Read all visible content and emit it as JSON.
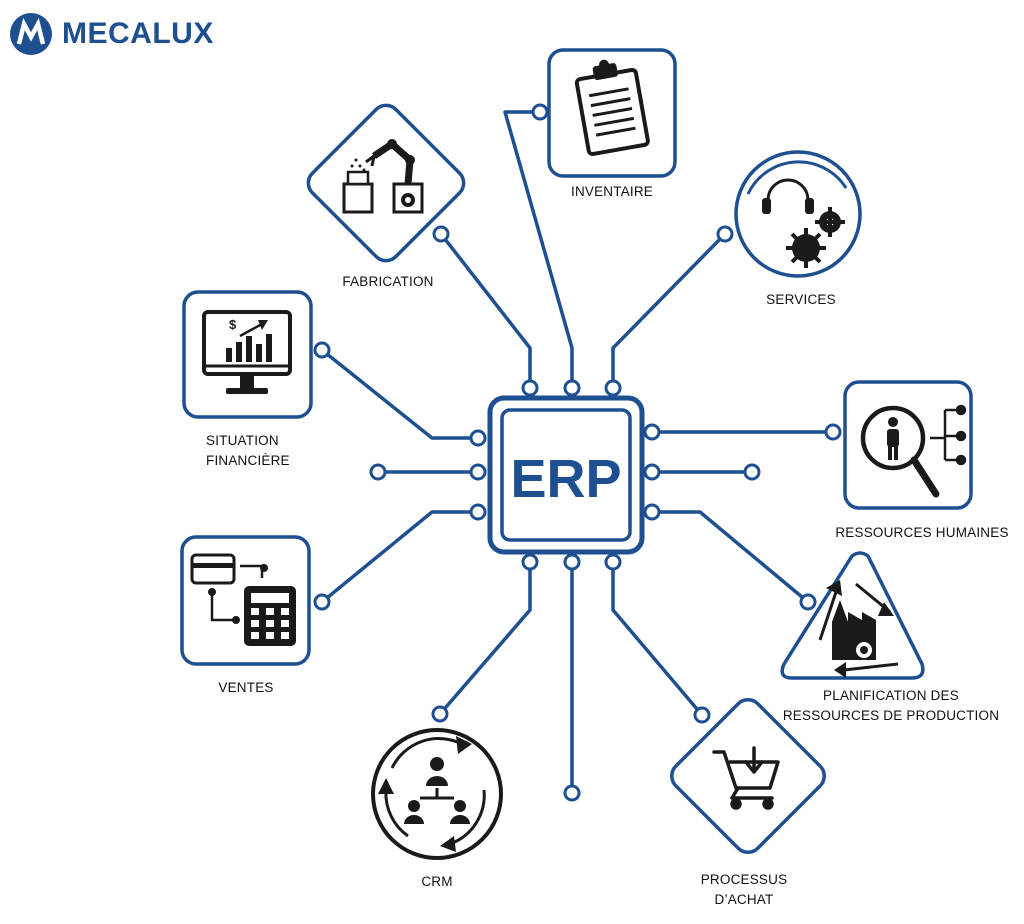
{
  "brand": {
    "name": "MECALUX",
    "color": "#1d4f91"
  },
  "hub": {
    "label": "ERP"
  },
  "colors": {
    "line": "#1d4f91",
    "icon": "#1a1a1a",
    "text": "#111111"
  },
  "modules": [
    {
      "id": "inventaire",
      "label": "INVENTAIRE",
      "icon": "clipboard-icon"
    },
    {
      "id": "services",
      "label": "SERVICES",
      "icon": "headset-gears-icon"
    },
    {
      "id": "rh",
      "label": "RESSOURCES HUMAINES",
      "icon": "person-search-icon"
    },
    {
      "id": "planification",
      "label_lines": [
        "PLANIFICATION DES",
        "RESSOURCES DE PRODUCTION"
      ],
      "icon": "factory-cycle-icon"
    },
    {
      "id": "achat",
      "label_lines": [
        "PROCESSUS",
        "D’ACHAT"
      ],
      "icon": "shopping-cart-icon"
    },
    {
      "id": "crm",
      "label": "CRM",
      "icon": "people-network-icon"
    },
    {
      "id": "ventes",
      "label": "VENTES",
      "icon": "card-calculator-icon"
    },
    {
      "id": "situation",
      "label_lines": [
        "SITUATION",
        "FINANCIÈRE"
      ],
      "icon": "monitor-chart-icon"
    },
    {
      "id": "fabrication",
      "label": "FABRICATION",
      "icon": "robot-arm-icon"
    }
  ]
}
